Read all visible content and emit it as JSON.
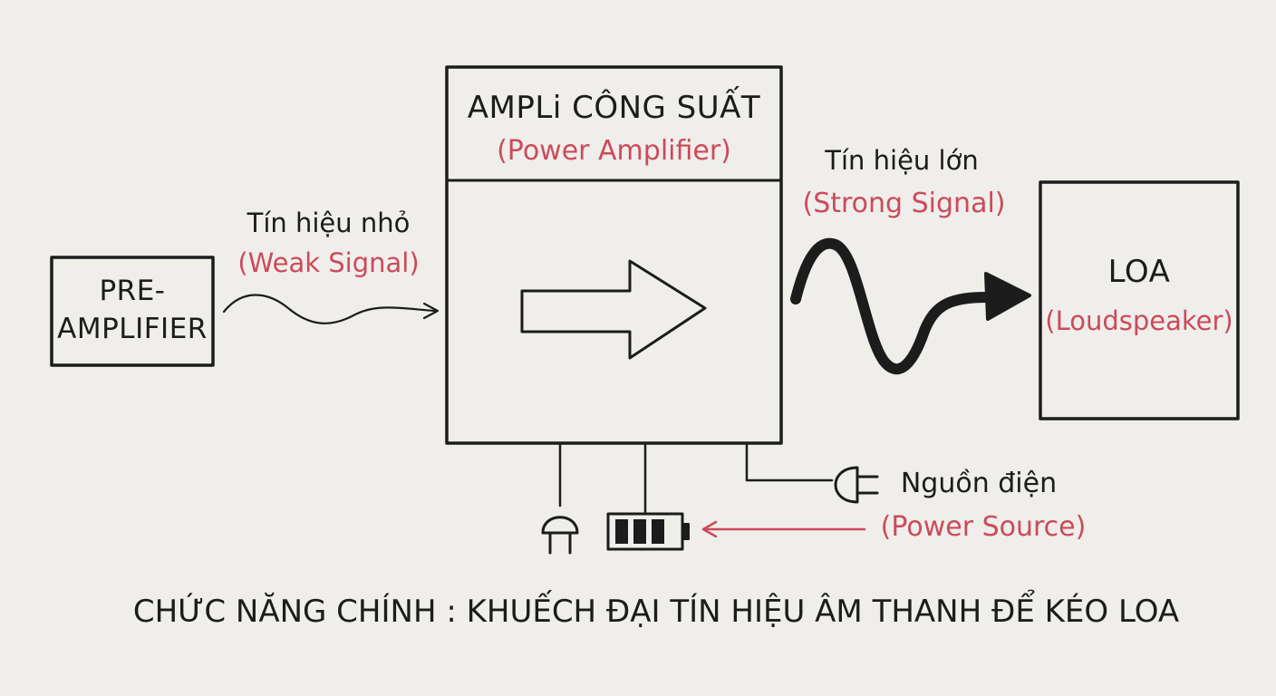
{
  "preamp": {
    "line1": "PRE-",
    "line2": "AMPLIFIER"
  },
  "weak_signal": {
    "label": "Tín hiệu nhỏ",
    "label_en": "(Weak Signal)"
  },
  "amplifier": {
    "title": "AMPLi CÔNG SUẤT",
    "title_en": "(Power Amplifier)"
  },
  "strong_signal": {
    "label": "Tín hiệu lớn",
    "label_en": "(Strong Signal)"
  },
  "loudspeaker": {
    "label": "LOA",
    "label_en": "(Loudspeaker)"
  },
  "power_source": {
    "label": "Nguồn điện",
    "label_en": "(Power Source)"
  },
  "footer": {
    "caption": "CHỨC NĂNG CHÍNH : KHUẾCH ĐẠI TÍN HIỆU ÂM THANH ĐỂ KÉO LOA"
  },
  "colors": {
    "ink": "#1c1c1c",
    "accent_red": "#cc4a5a",
    "background": "#efeeeb"
  },
  "icons": [
    "plug-icon",
    "battery-icon",
    "plug-icon-horizontal"
  ]
}
